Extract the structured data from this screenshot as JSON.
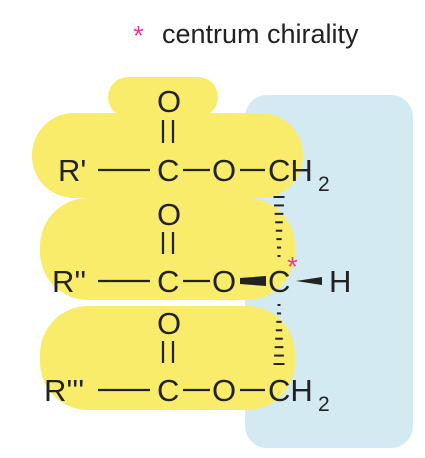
{
  "legend": {
    "symbol": "*",
    "text": "centrum chirality",
    "symbol_color": "#e0409a"
  },
  "colors": {
    "ester_highlight": "#f8ec6a",
    "glycerol_highlight": "#d3eaf3",
    "ink": "#222222",
    "chiral_marker": "#e0409a"
  },
  "formula": {
    "rows": [
      {
        "r_group": "R'",
        "carbonyl_o": "O",
        "carbon": "C",
        "ester_o": "O",
        "backbone_carbon": "CH",
        "subscript": "2"
      },
      {
        "r_group": "R''",
        "carbonyl_o": "O",
        "carbon": "C",
        "ester_o": "O",
        "backbone_carbon": "C",
        "hydrogen": "H",
        "chiral_marker": "*"
      },
      {
        "r_group": "R'''",
        "carbonyl_o": "O",
        "carbon": "C",
        "ester_o": "O",
        "backbone_carbon": "CH",
        "subscript": "2"
      }
    ]
  }
}
